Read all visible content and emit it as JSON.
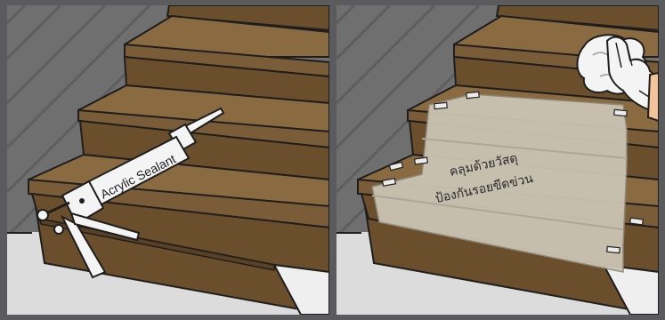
{
  "panels": [
    {
      "id": "step-apply-sealant",
      "tool_icon": "caulk-gun-icon",
      "tube_label": "Acrylic Sealant"
    },
    {
      "id": "step-cover-and-clean",
      "cloth_icon": "cleaning-cloth-icon",
      "glove_icon": "gloved-hand-icon",
      "cover_label_line1": "คลุมด้วยวัสดุ",
      "cover_label_line2": "ป้องกันรอยขีดข่วน"
    }
  ],
  "colors": {
    "background": "#5b5b5d",
    "wall": "#6f6f6f",
    "floor": "#dcdcdc",
    "tread": "#8a6a41",
    "riser": "#6b4f2c",
    "outline": "#1e1e1e",
    "cover": "#cbc4b4",
    "glove": "#f4f4f4",
    "skin": "#f3c49a"
  }
}
